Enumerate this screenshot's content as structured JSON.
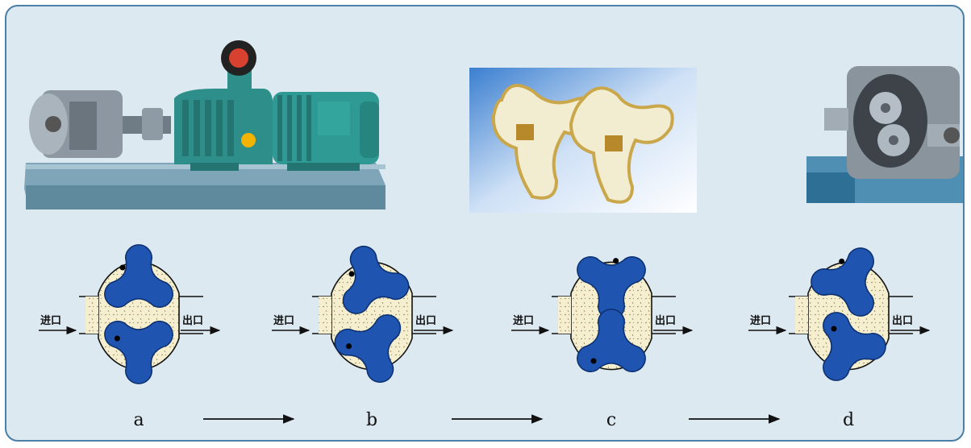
{
  "figure": {
    "stages": [
      {
        "id": "a",
        "label": "a",
        "inlet": "进口",
        "outlet": "出口"
      },
      {
        "id": "b",
        "label": "b",
        "inlet": "进口",
        "outlet": "出口"
      },
      {
        "id": "c",
        "label": "c",
        "inlet": "进口",
        "outlet": "出口"
      },
      {
        "id": "d",
        "label": "d",
        "inlet": "进口",
        "outlet": "出口"
      }
    ],
    "photos": [
      "pump-motor-assembly",
      "three-lobe-rotors",
      "open-pump-head"
    ]
  },
  "colors": {
    "frame_border": "#4a7fa8",
    "background": "#dde9f1",
    "rotor": "#1f55b0",
    "fluid": "#f6efcf",
    "pump_green": "#2e8f8a"
  }
}
